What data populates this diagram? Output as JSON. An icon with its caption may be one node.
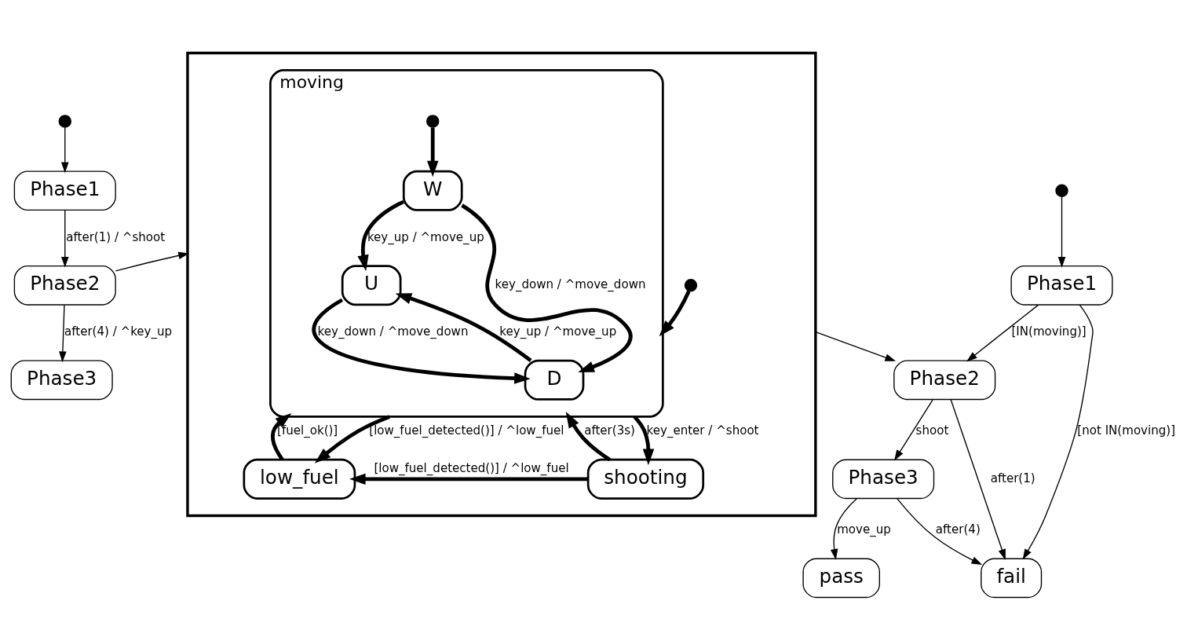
{
  "diagram": {
    "nodes": [
      {
        "text": [],
        "shape": "circle"
      },
      {
        "text": [
          "Phase1"
        ]
      },
      {
        "text": [
          "Phase2"
        ]
      },
      {
        "text": [
          "Phase3"
        ]
      },
      {
        "text": [],
        "shape": "box"
      },
      {
        "text": [],
        "shape": "circle",
        "in": 4
      },
      {
        "text": [
          "moving"
        ],
        "in": 4
      },
      {
        "text": [],
        "shape": "circle",
        "in": 6
      },
      {
        "text": [
          "W"
        ],
        "in": 6
      },
      {
        "text": [
          "U"
        ],
        "in": 6
      },
      {
        "text": [
          "D"
        ],
        "in": 6
      },
      {
        "text": [
          "low_fuel"
        ],
        "in": 4
      },
      {
        "text": [
          "shooting"
        ],
        "in": 4
      },
      {
        "text": [],
        "shape": "circle"
      },
      {
        "text": [
          "Phase1"
        ]
      },
      {
        "text": [
          "Phase2"
        ]
      },
      {
        "text": [
          "Phase3"
        ]
      },
      {
        "text": [
          "pass"
        ]
      },
      {
        "text": [
          "fail"
        ]
      }
    ],
    "edges": [
      {
        "from": 0,
        "to": 1,
        "arrow": "to"
      },
      {
        "from": 1,
        "to": 2,
        "arrow": "to",
        "label": "after(1) / ^shoot"
      },
      {
        "from": 2,
        "to": 3,
        "arrow": "to",
        "label": "after(4) / ^key_up"
      },
      {
        "from": 2,
        "to": 4,
        "arrow": "to"
      },
      {
        "from": 5,
        "to": 6,
        "arrow": "to",
        "style": "thick"
      },
      {
        "from": 7,
        "to": 8,
        "arrow": "to",
        "style": "thick"
      },
      {
        "from": 8,
        "to": 9,
        "arrow": "to",
        "style": "thick",
        "label": "key_up / ^move_up"
      },
      {
        "from": 8,
        "to": 10,
        "arrow": "to",
        "style": "thick",
        "label": "key_down / ^move_down"
      },
      {
        "from": 10,
        "to": 9,
        "arrow": "to",
        "style": "thick",
        "label": "key_up / ^move_up"
      },
      {
        "from": 9,
        "to": 10,
        "arrow": "to",
        "style": "thick",
        "label": "key_down / ^move_down"
      },
      {
        "from": 6,
        "to": 11,
        "arrow": "to",
        "style": "thick",
        "label": "[low_fuel_detected()] / ^low_fuel"
      },
      {
        "from": 11,
        "to": 6,
        "arrow": "to",
        "style": "thick",
        "label": "[fuel_ok()]"
      },
      {
        "from": 12,
        "to": 6,
        "arrow": "to",
        "style": "thick",
        "label": "after(3s)"
      },
      {
        "from": 6,
        "to": 12,
        "arrow": "to",
        "style": "thick",
        "label": "key_enter / ^shoot"
      },
      {
        "from": 12,
        "to": 11,
        "arrow": "to",
        "style": "thick",
        "label": "[low_fuel_detected()] / ^low_fuel"
      },
      {
        "from": 4,
        "to": 15,
        "arrow": "to"
      },
      {
        "from": 13,
        "to": 14,
        "arrow": "to"
      },
      {
        "from": 14,
        "to": 15,
        "arrow": "to",
        "label": "[IN(moving)]"
      },
      {
        "from": 14,
        "to": 18,
        "arrow": "to",
        "label": "[not IN(moving)]"
      },
      {
        "from": 15,
        "to": 16,
        "arrow": "to",
        "label": "shoot"
      },
      {
        "from": 15,
        "to": 18,
        "arrow": "to",
        "label": "after(1)"
      },
      {
        "from": 16,
        "to": 17,
        "arrow": "to",
        "label": "move_up"
      },
      {
        "from": 16,
        "to": 18,
        "arrow": "to",
        "label": "after(4)"
      }
    ]
  }
}
